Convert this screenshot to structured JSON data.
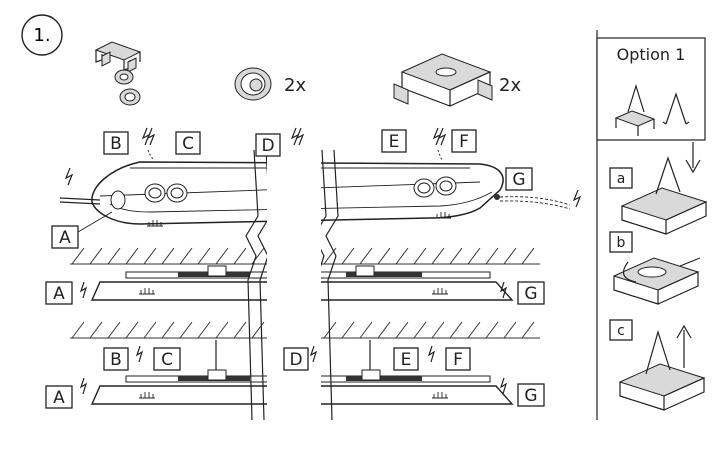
{
  "step": {
    "number": "1."
  },
  "parts": {
    "qty_seal": "2x",
    "qty_bracket": "2x"
  },
  "labels": {
    "A": "A",
    "B": "B",
    "C": "C",
    "D": "D",
    "E": "E",
    "F": "F",
    "G": "G"
  },
  "option": {
    "title": "Option 1",
    "steps": [
      "a",
      "b",
      "c"
    ]
  }
}
